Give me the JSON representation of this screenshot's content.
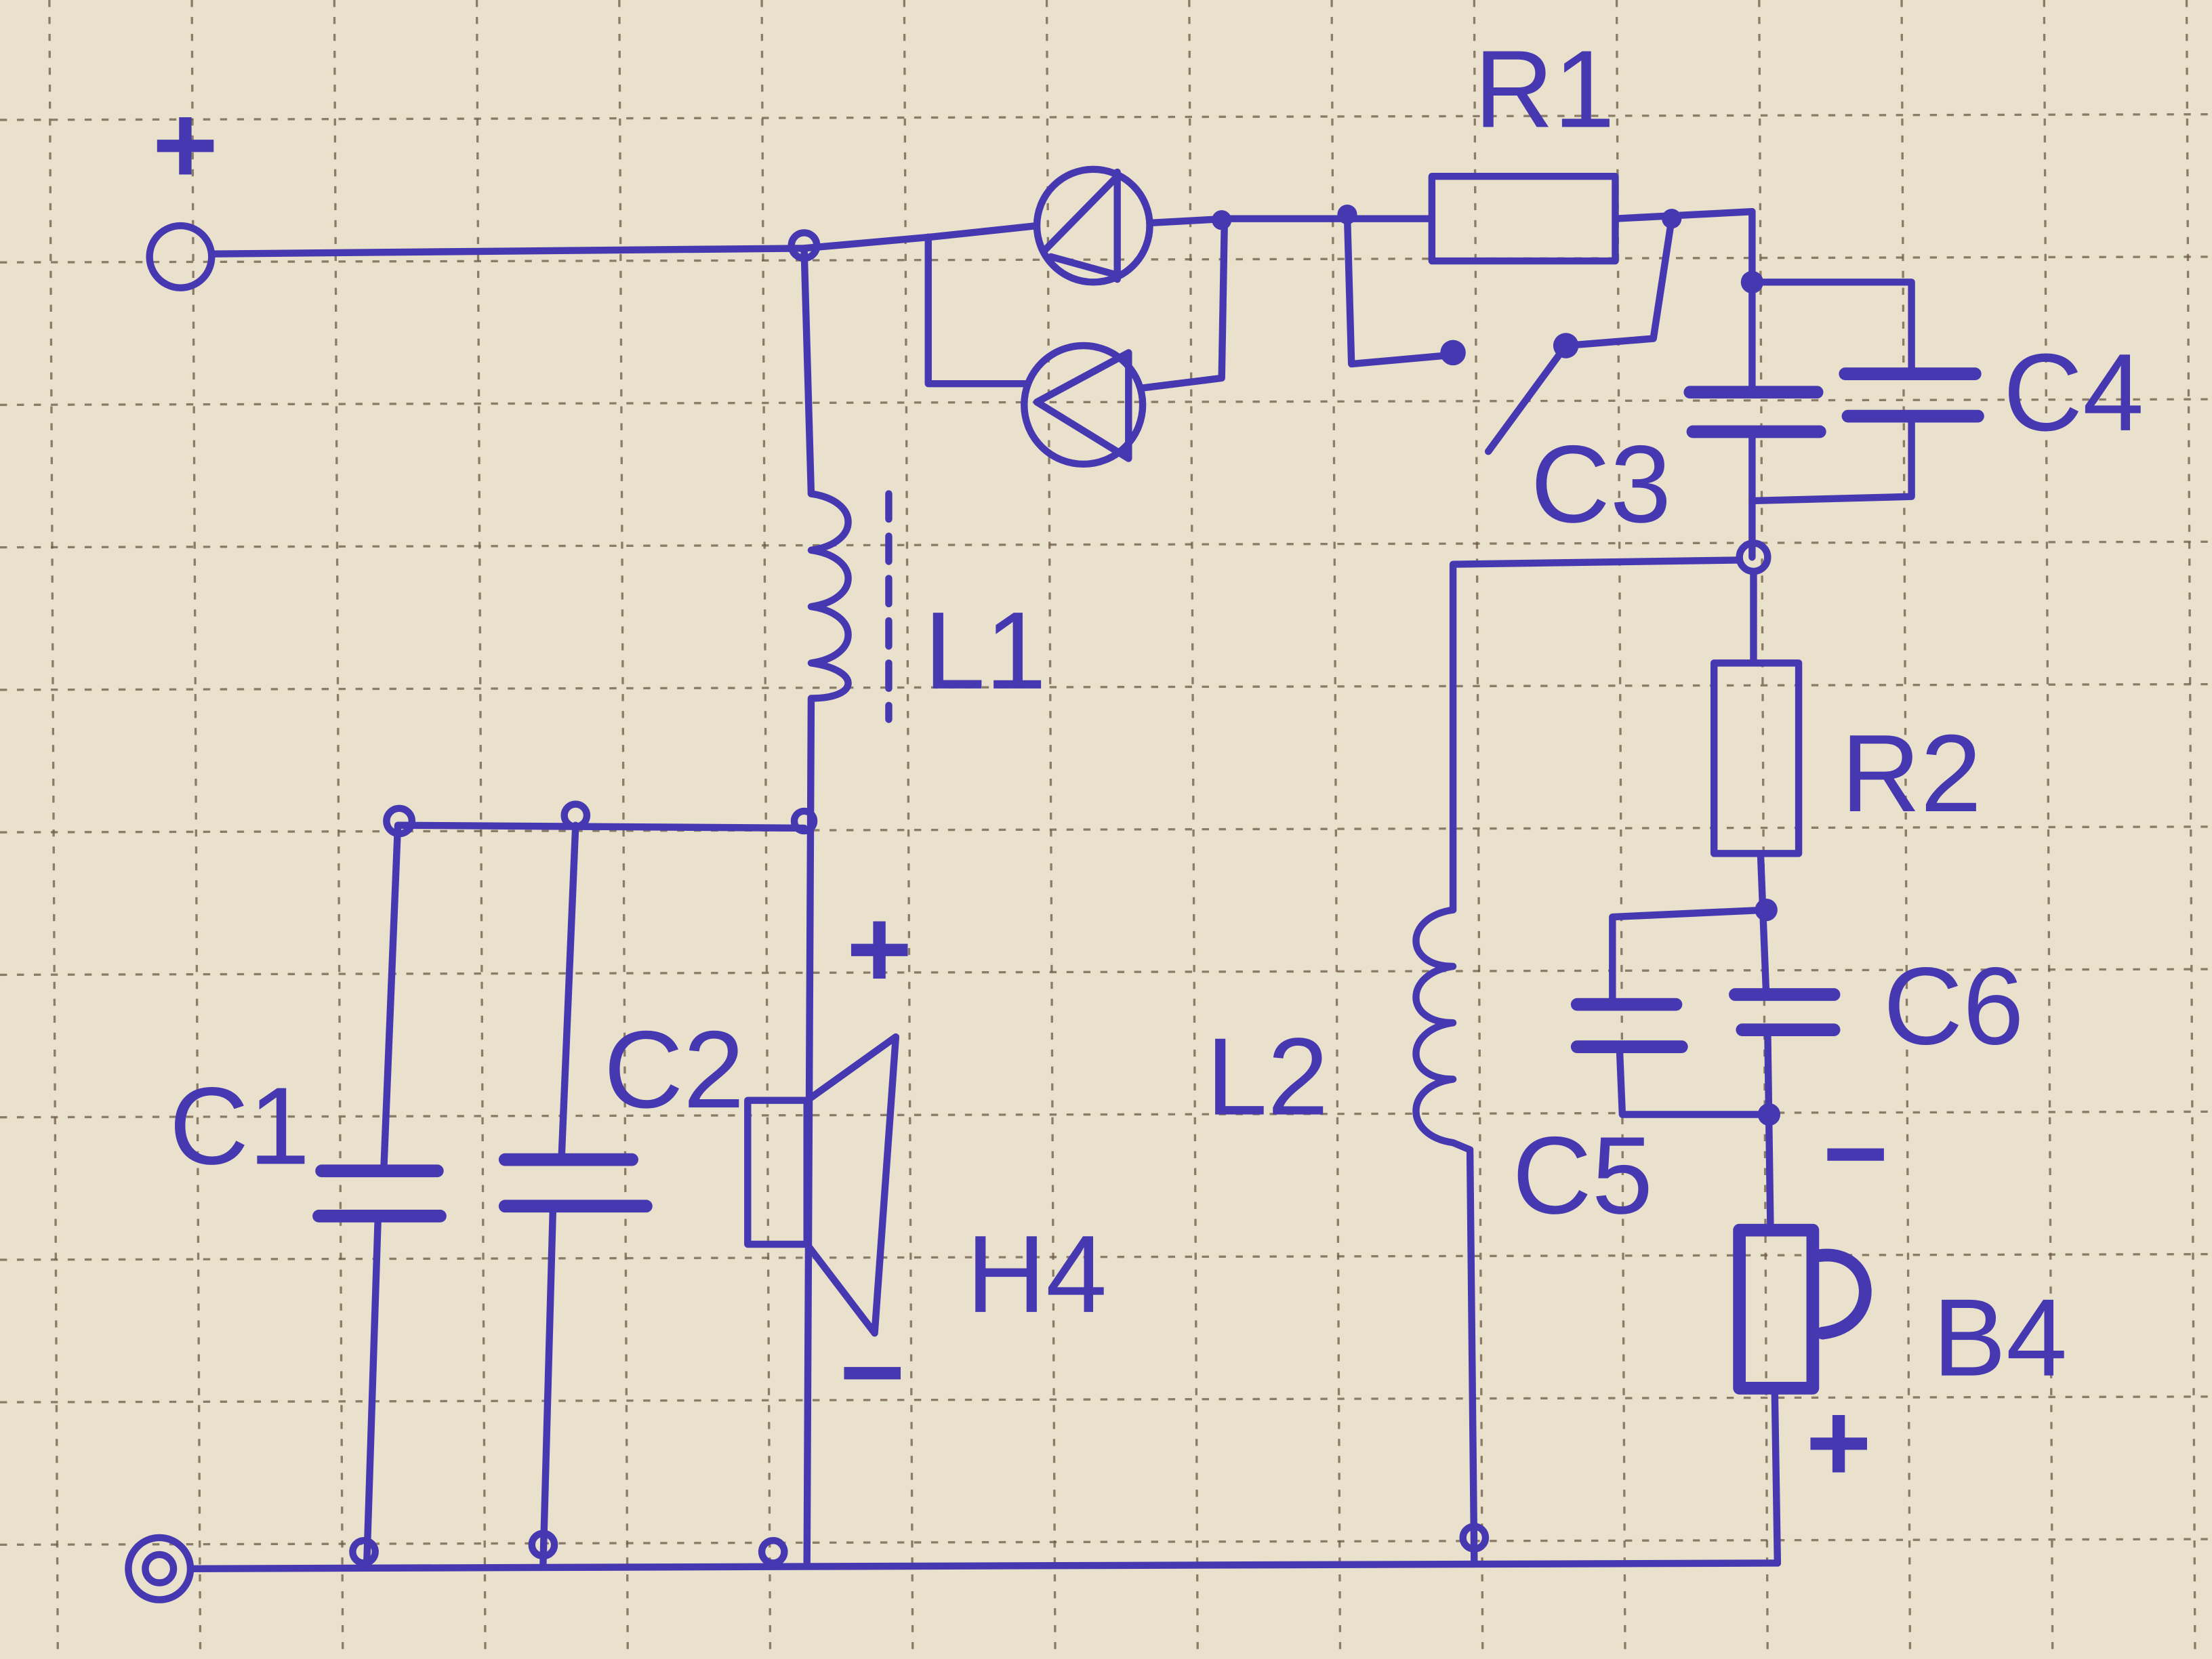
{
  "title": "Hand-drawn circuit schematic",
  "labels": {
    "R1": "R1",
    "R2": "R2",
    "C1": "C1",
    "C2": "C2",
    "C3": "C3",
    "C4": "C4",
    "C5": "C5",
    "C6": "C6",
    "L1": "L1",
    "L2": "L2",
    "H4": "H4",
    "B4": "B4"
  },
  "signs": {
    "input_plus": "+",
    "h4_plus": "+",
    "h4_minus": "−",
    "b4_minus": "−",
    "b4_plus": "+"
  },
  "colors": {
    "ink": "#4638b0",
    "paper": "#e9e1cc"
  }
}
